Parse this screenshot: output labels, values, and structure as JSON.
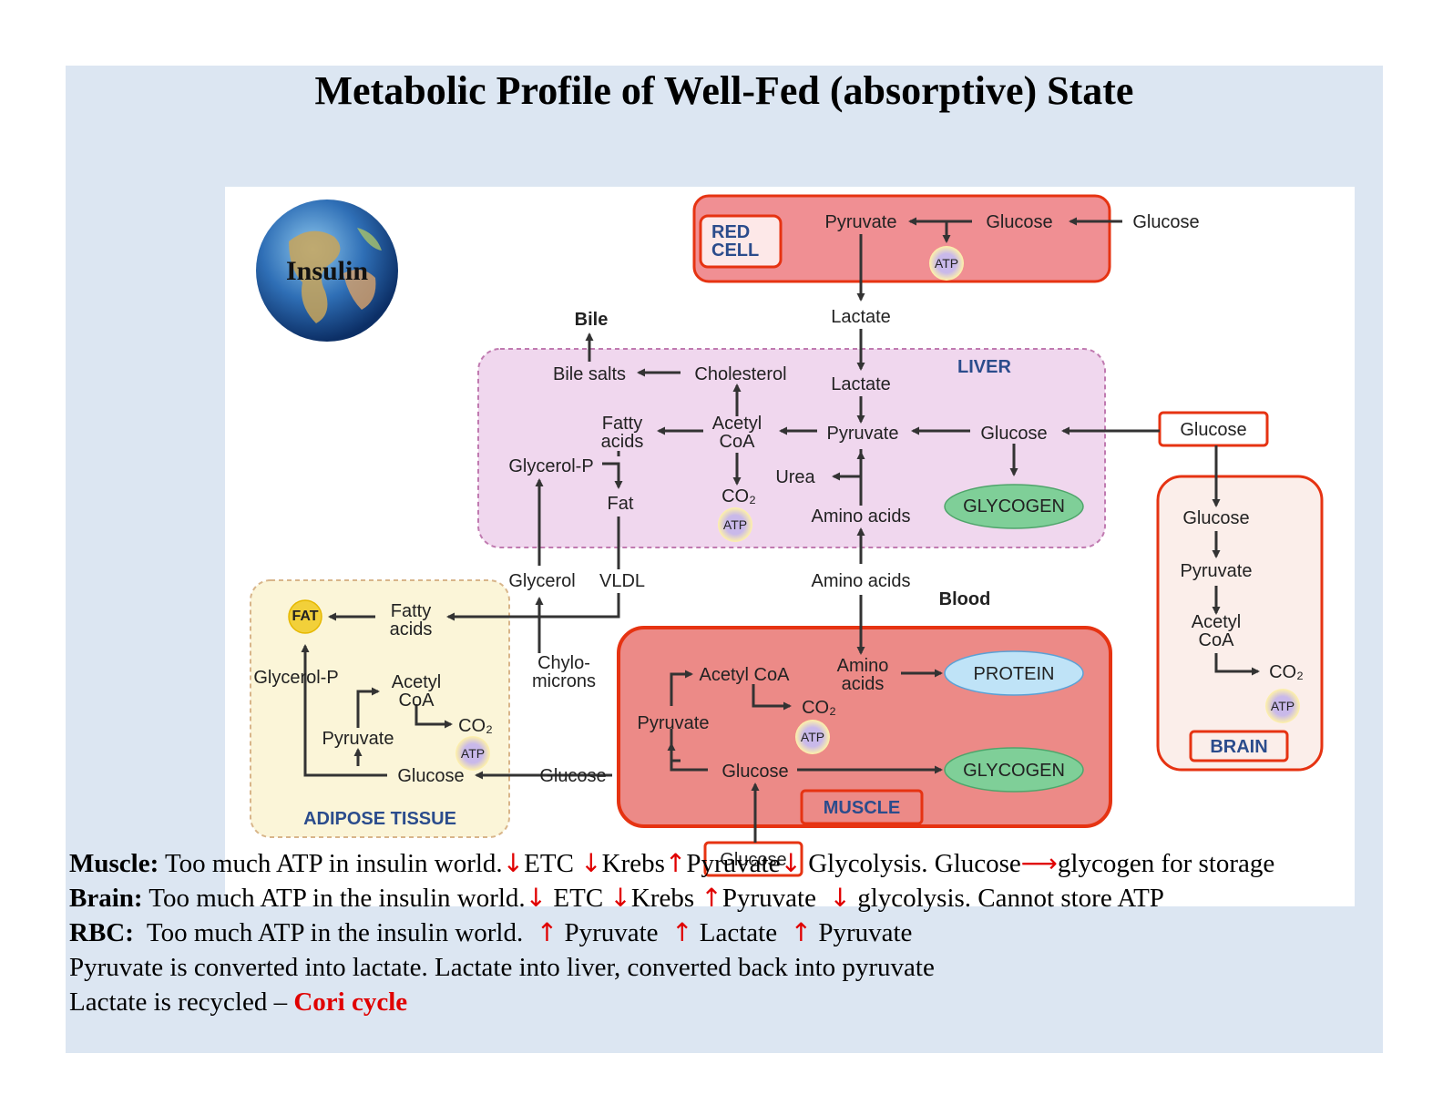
{
  "title": "Metabolic Profile of Well-Fed (absorptive) State",
  "globe_label": "Insulin",
  "diagram": {
    "red_cell": {
      "label": "RED CELL",
      "pyruvate": "Pyruvate",
      "glucose_in": "Glucose",
      "glucose_blood": "Glucose",
      "atp": "ATP"
    },
    "between": {
      "lactate_blood": "Lactate",
      "bile": "Bile"
    },
    "liver": {
      "label": "LIVER",
      "bile_salts": "Bile salts",
      "cholesterol": "Cholesterol",
      "lactate": "Lactate",
      "fatty_acids": "Fatty acids",
      "acetyl_coa": "Acetyl CoA",
      "pyruvate": "Pyruvate",
      "glucose": "Glucose",
      "glycerol_p": "Glycerol-P",
      "urea": "Urea",
      "co2": "CO₂",
      "fat": "Fat",
      "amino_acids": "Amino acids",
      "glycogen": "GLYCOGEN",
      "atp": "ATP"
    },
    "blood": {
      "glucose_box": "Glucose",
      "glycerol": "Glycerol",
      "vldl": "VLDL",
      "amino_acids": "Amino acids",
      "blood_label": "Blood",
      "chylomicrons": "Chylo- microns",
      "glucose_to_adipose": "Glucose",
      "glucose_muscle_box": "Glucose"
    },
    "adipose": {
      "label": "ADIPOSE TISSUE",
      "fat": "FAT",
      "fatty_acids": "Fatty acids",
      "glycerol_p": "Glycerol-P",
      "acetyl_coa": "Acetyl CoA",
      "pyruvate": "Pyruvate",
      "co2": "CO₂",
      "atp": "ATP",
      "glucose": "Glucose"
    },
    "muscle": {
      "label": "MUSCLE",
      "acetyl_coa": "Acetyl CoA",
      "amino_acids": "Amino acids",
      "protein": "PROTEIN",
      "co2": "CO₂",
      "pyruvate": "Pyruvate",
      "atp": "ATP",
      "glucose": "Glucose",
      "glycogen": "GLYCOGEN"
    },
    "brain": {
      "label": "BRAIN",
      "glucose": "Glucose",
      "pyruvate": "Pyruvate",
      "acetyl_coa": "Acetyl CoA",
      "co2": "CO₂",
      "atp": "ATP"
    }
  },
  "notes": {
    "muscle": {
      "head": "Muscle:",
      "text": "Too much ATP in insulin world.",
      "w1": "ETC",
      "w2": "Krebs",
      "w3": "Pyruvate",
      "w4": "Glycolysis.  Glucose",
      "w5": "glycogen for storage"
    },
    "brain": {
      "head": "Brain:",
      "text": "Too much ATP in the insulin world.",
      "w1": "ETC",
      "w2": "Krebs",
      "w3": "Pyruvate",
      "w4": "glycolysis.  Cannot store ATP"
    },
    "rbc": {
      "head": "RBC:",
      "text": "Too much ATP in the insulin world.",
      "w1": "Pyruvate",
      "w2": "Lactate",
      "w3": "Pyruvate"
    },
    "line4": "Pyruvate is converted into lactate.  Lactate into liver, converted back  into pyruvate",
    "line5_pre": "Lactate is recycled – ",
    "line5_red": "Cori cycle"
  },
  "colors": {
    "slide_bg": "#dce6f2",
    "accent_red": "#e63312",
    "arrow_red": "#e00000",
    "liver_bg": "#f0d7ee",
    "muscle_bg": "#ec8a87",
    "adipose_bg": "#fbf5d8",
    "glycogen": "#7fcf98",
    "protein": "#bfe3f7",
    "atp": "#c9b9ea"
  }
}
